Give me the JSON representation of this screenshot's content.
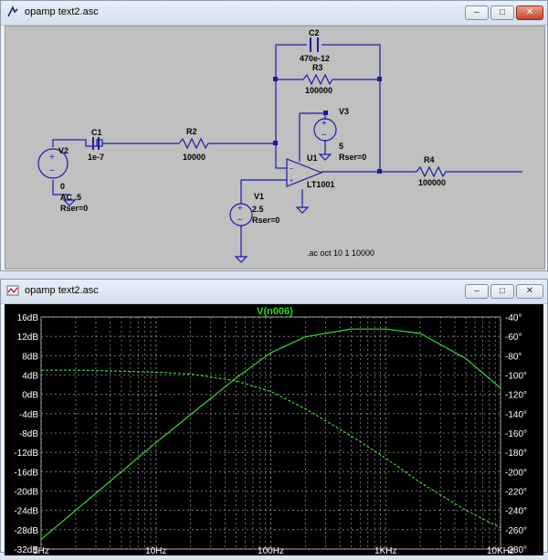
{
  "schematic_window": {
    "title": "opamp text2.asc",
    "buttons": {
      "minimize": "–",
      "maximize": "□",
      "close": "✕"
    },
    "components": {
      "c1": {
        "name": "C1",
        "value": "1e-7"
      },
      "r2": {
        "name": "R2",
        "value": "10000"
      },
      "c2": {
        "name": "C2",
        "value": "470e-12"
      },
      "r3": {
        "name": "R3",
        "value": "100000"
      },
      "v3": {
        "name": "V3",
        "value": "5",
        "rser": "Rser=0"
      },
      "u1": {
        "name": "U1",
        "value": "LT1001"
      },
      "r4": {
        "name": "R4",
        "value": "100000"
      },
      "v2": {
        "name": "V2",
        "value": "0",
        "ac": "AC .5",
        "rser": "Rser=0"
      },
      "v1": {
        "name": "V1",
        "value": "2.5",
        "rser": "Rser=0"
      }
    },
    "directive": ".ac oct 10 1 10000"
  },
  "waveform_window": {
    "title": "opamp text2.asc",
    "buttons": {
      "minimize": "–",
      "maximize": "□",
      "close": "✕"
    }
  },
  "chart_data": {
    "type": "line",
    "title": "V(n006)",
    "x_scale": "log",
    "xlim": [
      1,
      10000
    ],
    "x_ticks": [
      "1Hz",
      "10Hz",
      "100Hz",
      "1KHz",
      "10KHz"
    ],
    "y_left_ticks": [
      "16dB",
      "12dB",
      "8dB",
      "4dB",
      "0dB",
      "-4dB",
      "-8dB",
      "-12dB",
      "-16dB",
      "-20dB",
      "-24dB",
      "-28dB",
      "-32dB"
    ],
    "y_right_ticks": [
      "-40°",
      "-60°",
      "-80°",
      "-100°",
      "-120°",
      "-140°",
      "-160°",
      "-180°",
      "-200°",
      "-220°",
      "-240°",
      "-260°",
      "-280°"
    ],
    "ylim_left": [
      -32,
      16
    ],
    "ylim_right": [
      -280,
      -40
    ],
    "grid": true,
    "series": [
      {
        "unit": "dB",
        "style": "solid",
        "x": [
          1,
          2,
          5,
          10,
          20,
          50,
          100,
          200,
          500,
          1000,
          2000,
          5000,
          10000
        ],
        "y": [
          -30,
          -24,
          -16,
          -10,
          -4.2,
          3.4,
          8.6,
          11.9,
          13.5,
          13.5,
          12.6,
          7.4,
          1.3
        ]
      },
      {
        "unit": "deg",
        "style": "dashed",
        "x": [
          1,
          2,
          5,
          10,
          20,
          50,
          100,
          200,
          500,
          1000,
          2000,
          5000,
          10000
        ],
        "y": [
          -95,
          -95,
          -96,
          -97,
          -99,
          -106,
          -117,
          -135,
          -163,
          -186,
          -211,
          -240,
          -258
        ]
      }
    ]
  }
}
